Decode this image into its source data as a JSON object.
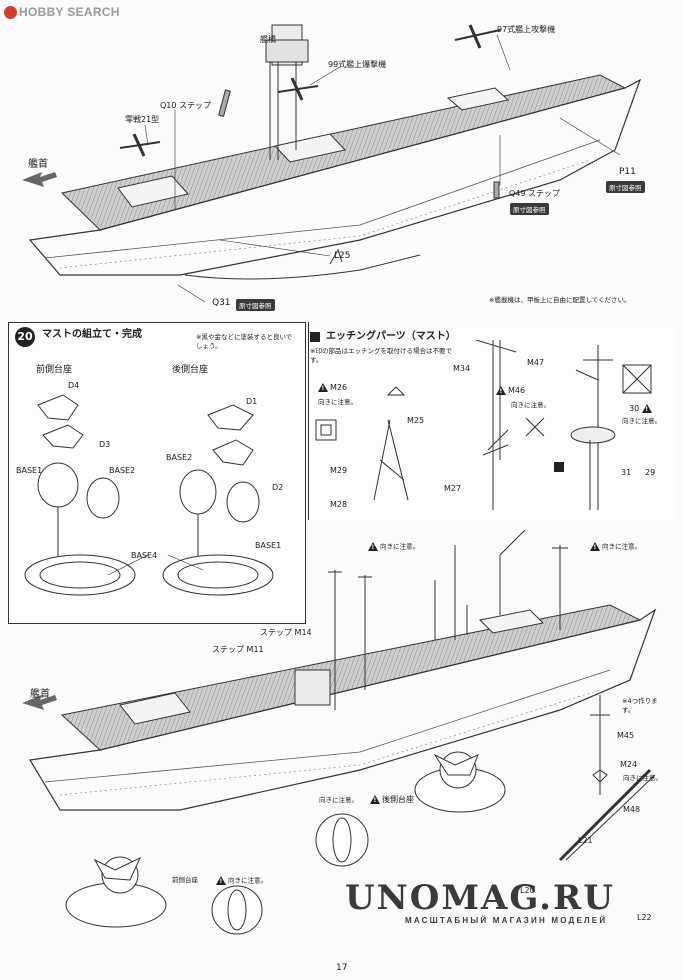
{
  "logo": {
    "text": "HOBBY SEARCH"
  },
  "top": {
    "labels": {
      "bridge": "艦橋",
      "type97": "97式艦上攻撃機",
      "type99": "99式艦上爆撃機",
      "q10": "Q10 ステップ",
      "zero": "零戦21型",
      "bow": "艦首",
      "p11": "P11",
      "p11_ref": "原寸図参照",
      "q49": "Q49 ステップ",
      "q49_ref": "原寸図参照",
      "l25": "L25",
      "q31": "Q31",
      "q31_ref": "原寸図参照",
      "note": "※艦載機は、甲板上に自由に配置してください。"
    }
  },
  "step20": {
    "number": "20",
    "title": "マストの組立て・完成",
    "note": "※黒や金などに塗装すると良いでしょう。",
    "front": {
      "title": "前側台座",
      "parts": [
        "D4",
        "D3",
        "BASE1",
        "BASE2"
      ]
    },
    "rear": {
      "title": "後側台座",
      "parts": [
        "D1",
        "BASE2",
        "D2",
        "BASE1"
      ]
    },
    "base4": "BASE4"
  },
  "etching": {
    "title": "エッチングパーツ（マスト）",
    "note": "※印の部品はエッチングを取付ける場合は不要です。",
    "labels": {
      "m26": "M26",
      "caution": "向きに注意。",
      "m25": "M25",
      "m29": "M29",
      "m28": "M28",
      "m34": "M34",
      "m47": "M47",
      "m46": "M46",
      "m27": "M27",
      "n30": "30",
      "n31": "31",
      "n29": "29"
    }
  },
  "bottom": {
    "labels": {
      "step_m14": "ステップ M14",
      "step_m11": "ステップ M11",
      "bow": "艦首",
      "make4": "※4つ作ります。",
      "m45": "M45",
      "m24": "M24",
      "m48": "M48",
      "caution": "向きに注意。",
      "rear_base": "後側台座",
      "front_base": "前側台座",
      "l21": "L21",
      "l20": "L20",
      "l22": "L22"
    }
  },
  "page_number": "17",
  "watermark": {
    "title": "UNOMAG.RU",
    "subtitle": "МАСШТАБНЫЙ МАГАЗИН МОДЕЛЕЙ"
  }
}
